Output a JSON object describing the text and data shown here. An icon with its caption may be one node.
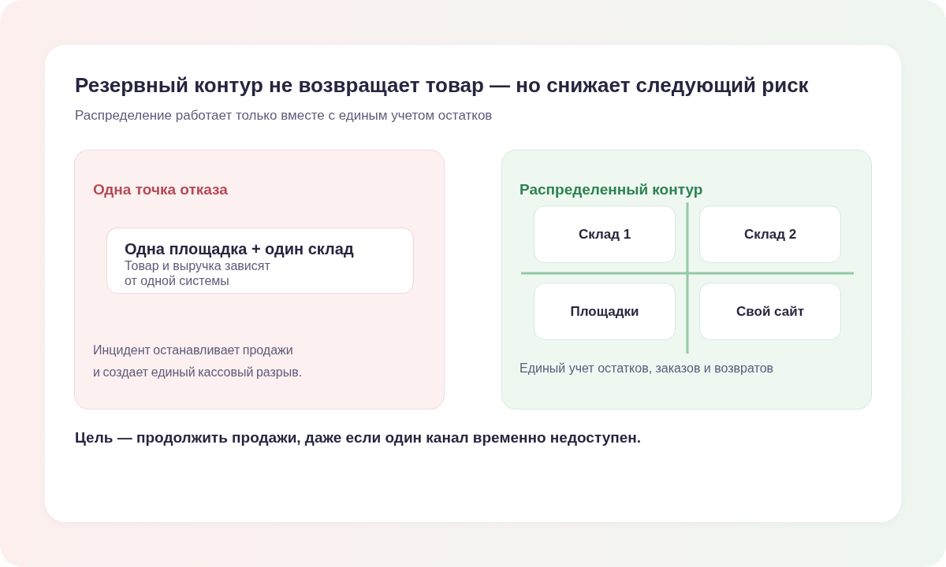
{
  "diagram": {
    "title": "Резервный контур не возвращает товар — но снижает следующий риск",
    "nodes": [
      {
        "text": [
          "Одна точка отказа",
          "Инцидент останавливает продажи и создает единый кассовый разрыв."
        ]
      },
      {
        "text": [
          "Одна площадка + один склад",
          "Товар и выручка зависят от одной системы"
        ],
        "in": 0
      },
      {
        "text": [
          "Распределенный контур",
          "Единый учет остатков, заказов и возвратов"
        ]
      },
      {
        "text": [
          "Склад 1"
        ],
        "in": 2
      },
      {
        "text": [
          "Склад 2"
        ],
        "in": 2
      },
      {
        "text": [
          "Площадки"
        ],
        "in": 2
      },
      {
        "text": [
          "Свой сайт"
        ],
        "in": 2
      }
    ],
    "labels": [
      "Распределение работает только вместе с единым учетом остатков",
      "Цель — продолжить продажи, даже если один канал временно недоступен."
    ]
  }
}
